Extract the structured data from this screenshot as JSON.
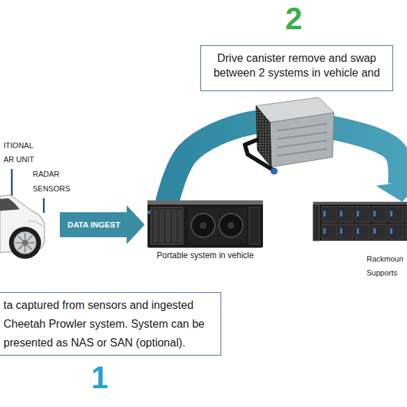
{
  "diagram": {
    "nodes": [
      {
        "text": [
          "Drive canister remove and swap between 2 systems in vehicle and"
        ]
      },
      {
        "text": [
          "DATA INGEST"
        ]
      },
      {
        "text": [
          "Portable system in vehicle"
        ]
      },
      {
        "text": [
          "Rackmoun Supports"
        ]
      },
      {
        "text": [
          "ta captured from sensors and ingested Cheetah Prowler system. System can be presented as NAS or SAN (optional)."
        ]
      }
    ],
    "edges": [
      {
        "from": 2,
        "to": 3,
        "arrow": "to"
      }
    ],
    "labels": [
      "2",
      "ITIONAL AR UNIT",
      "RADAR SENSORS",
      "1"
    ]
  }
}
